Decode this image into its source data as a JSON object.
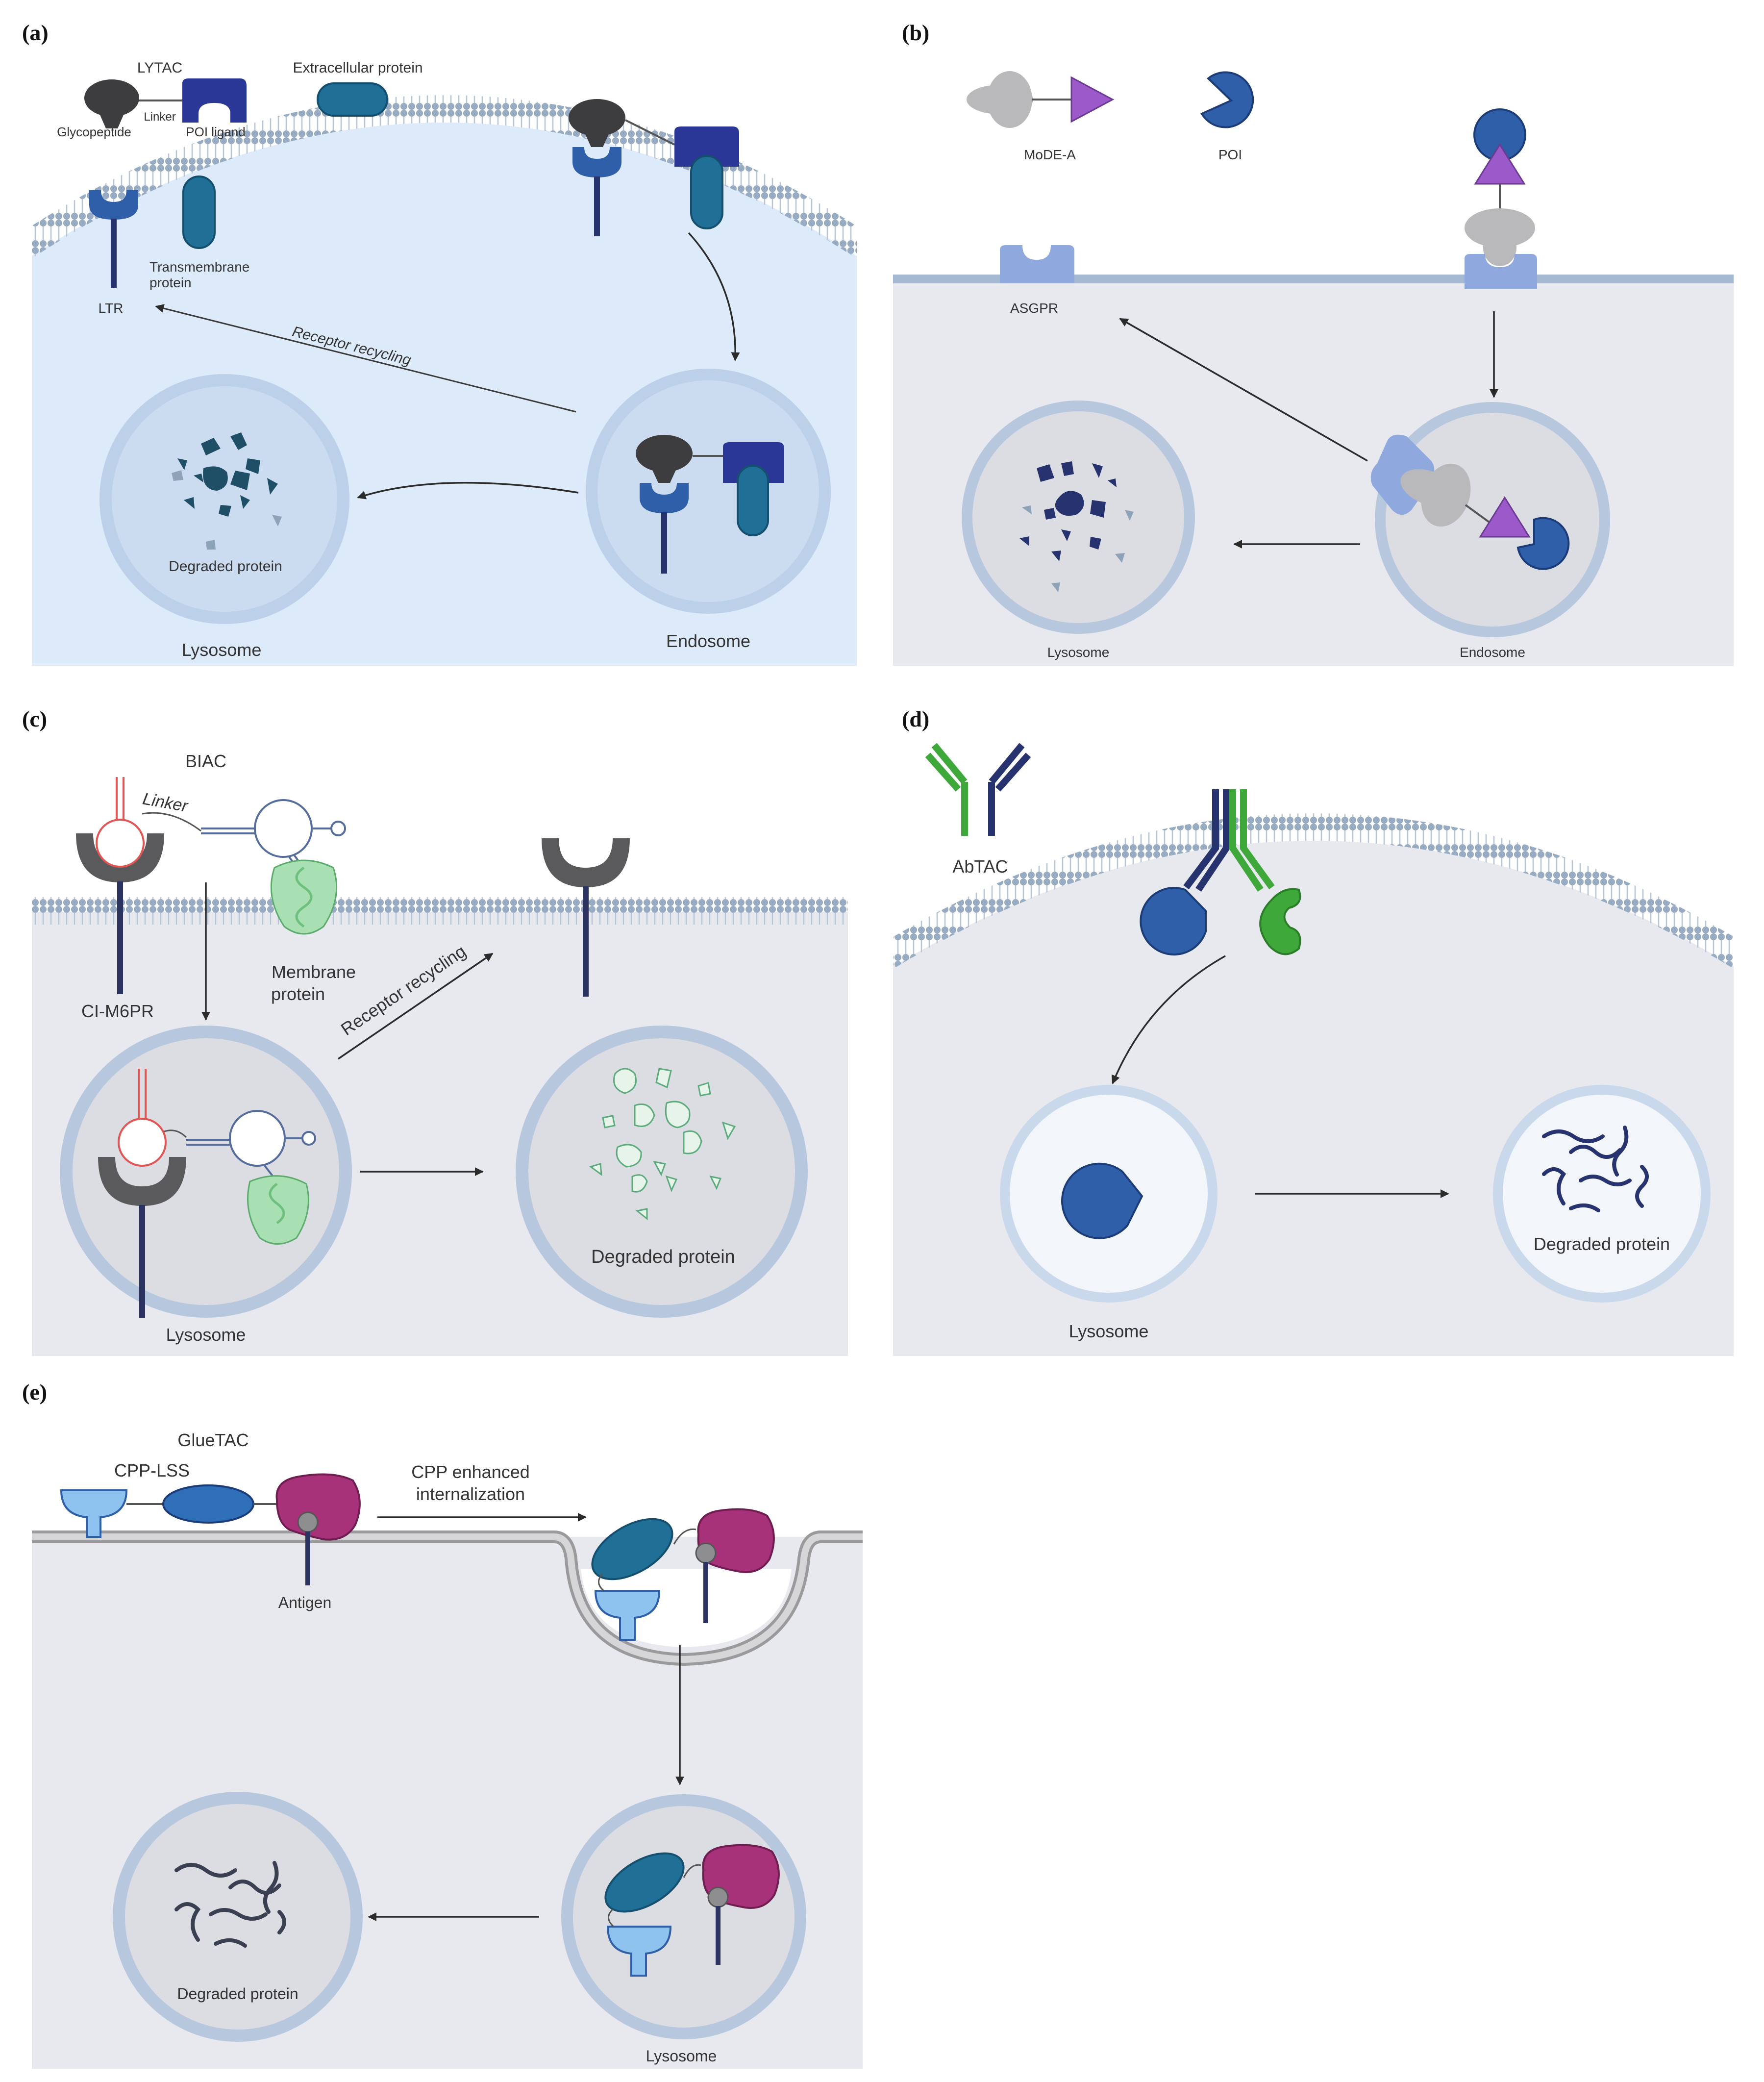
{
  "panels": {
    "a": {
      "tag": "(a)",
      "lytac": "LYTAC",
      "glycopeptide": "Glycopeptide",
      "linker": "Linker",
      "poi_ligand": "POI ligand",
      "extracellular_protein": "Extracellular protein",
      "transmembrane_line1": "Transmembrane",
      "transmembrane_line2": "protein",
      "ltr": "LTR",
      "receptor_recycling": "Receptor recycling",
      "degraded_protein": "Degraded protein",
      "lysosome": "Lysosome",
      "endosome": "Endosome"
    },
    "b": {
      "tag": "(b)",
      "mode_a": "MoDE-A",
      "poi": "POI",
      "asgpr": "ASGPR",
      "lysosome": "Lysosome",
      "endosome": "Endosome"
    },
    "c": {
      "tag": "(c)",
      "biac": "BIAC",
      "linker": "Linker",
      "membrane_line1": "Membrane",
      "membrane_line2": "protein",
      "ci_m6pr": "CI-M6PR",
      "receptor_recycling": "Receptor recycling",
      "degraded_protein": "Degraded protein",
      "lysosome": "Lysosome"
    },
    "d": {
      "tag": "(d)",
      "abtac": "AbTAC",
      "lysosome": "Lysosome",
      "degraded_protein": "Degraded protein"
    },
    "e": {
      "tag": "(e)",
      "gluetac": "GlueTAC",
      "cpp_lss": "CPP-LSS",
      "cpp_line1": "CPP enhanced",
      "cpp_line2": "internalization",
      "antigen": "Antigen",
      "degraded_protein": "Degraded protein",
      "lysosome": "Lysosome"
    }
  },
  "colors": {
    "panel_a_bg": "#ddeaf9",
    "panel_grey_bg": "#e8e9ee",
    "membrane": "#9fb2c8",
    "vesicle_ring": "#a5b9d3",
    "receptor_navy": "#26336e",
    "receptor_blue": "#2f5fa8",
    "teal": "#1f6f96",
    "indigo": "#2b3796",
    "dark_grey": "#3d3d3f",
    "light_grey": "#b9b9bb",
    "purple": "#9b59c9",
    "periwinkle": "#8fa9de",
    "light_green": "#a8e0b3",
    "green": "#3ea93a",
    "red_rna": "#e25555",
    "magenta": "#a8327a",
    "light_blue": "#8fc3ef"
  }
}
